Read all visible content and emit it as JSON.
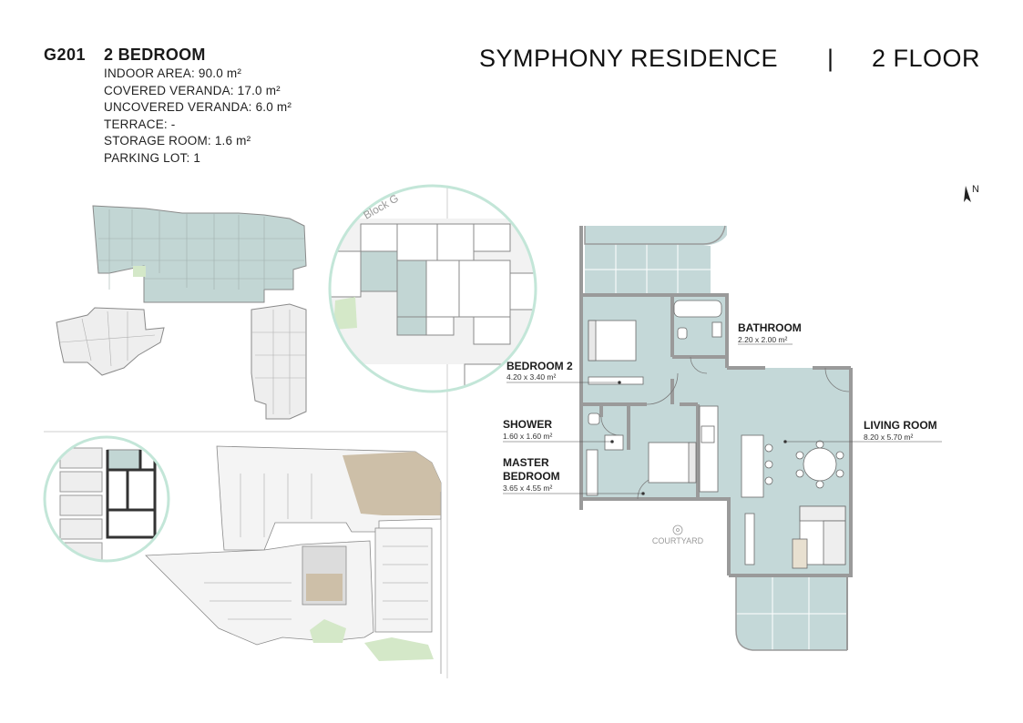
{
  "unit": {
    "code": "G201",
    "type": "2 BEDROOM",
    "specs": [
      "INDOOR AREA: 90.0 m²",
      "COVERED VERANDA: 17.0 m²",
      "UNCOVERED VERANDA: 6.0 m²",
      "TERRACE: -",
      "STORAGE ROOM: 1.6 m²",
      "PARKING LOT: 1"
    ]
  },
  "project": {
    "name": "SYMPHONY RESIDENCE",
    "separator": "|",
    "floor": "2 FLOOR"
  },
  "block_label": "Block G",
  "compass_label": "N",
  "courtyard_label": "COURTYARD",
  "rooms": {
    "bathroom": {
      "name": "BATHROOM",
      "dims": "2.20 x 2.00 m²"
    },
    "bedroom2": {
      "name": "BEDROOM 2",
      "dims": "4.20 x 3.40 m²"
    },
    "shower": {
      "name": "SHOWER",
      "dims": "1.60 x 1.60 m²"
    },
    "master": {
      "name_line1": "MASTER",
      "name_line2": "BEDROOM",
      "dims": "3.65 x 4.55 m²"
    },
    "living": {
      "name": "LIVING ROOM",
      "dims": "8.20 x 5.70 m²"
    }
  },
  "colors": {
    "highlight": "#bfd3d3",
    "wall": "#9a9a9a",
    "circle": "#bfe3d6",
    "tan": "#cdbfa8"
  }
}
